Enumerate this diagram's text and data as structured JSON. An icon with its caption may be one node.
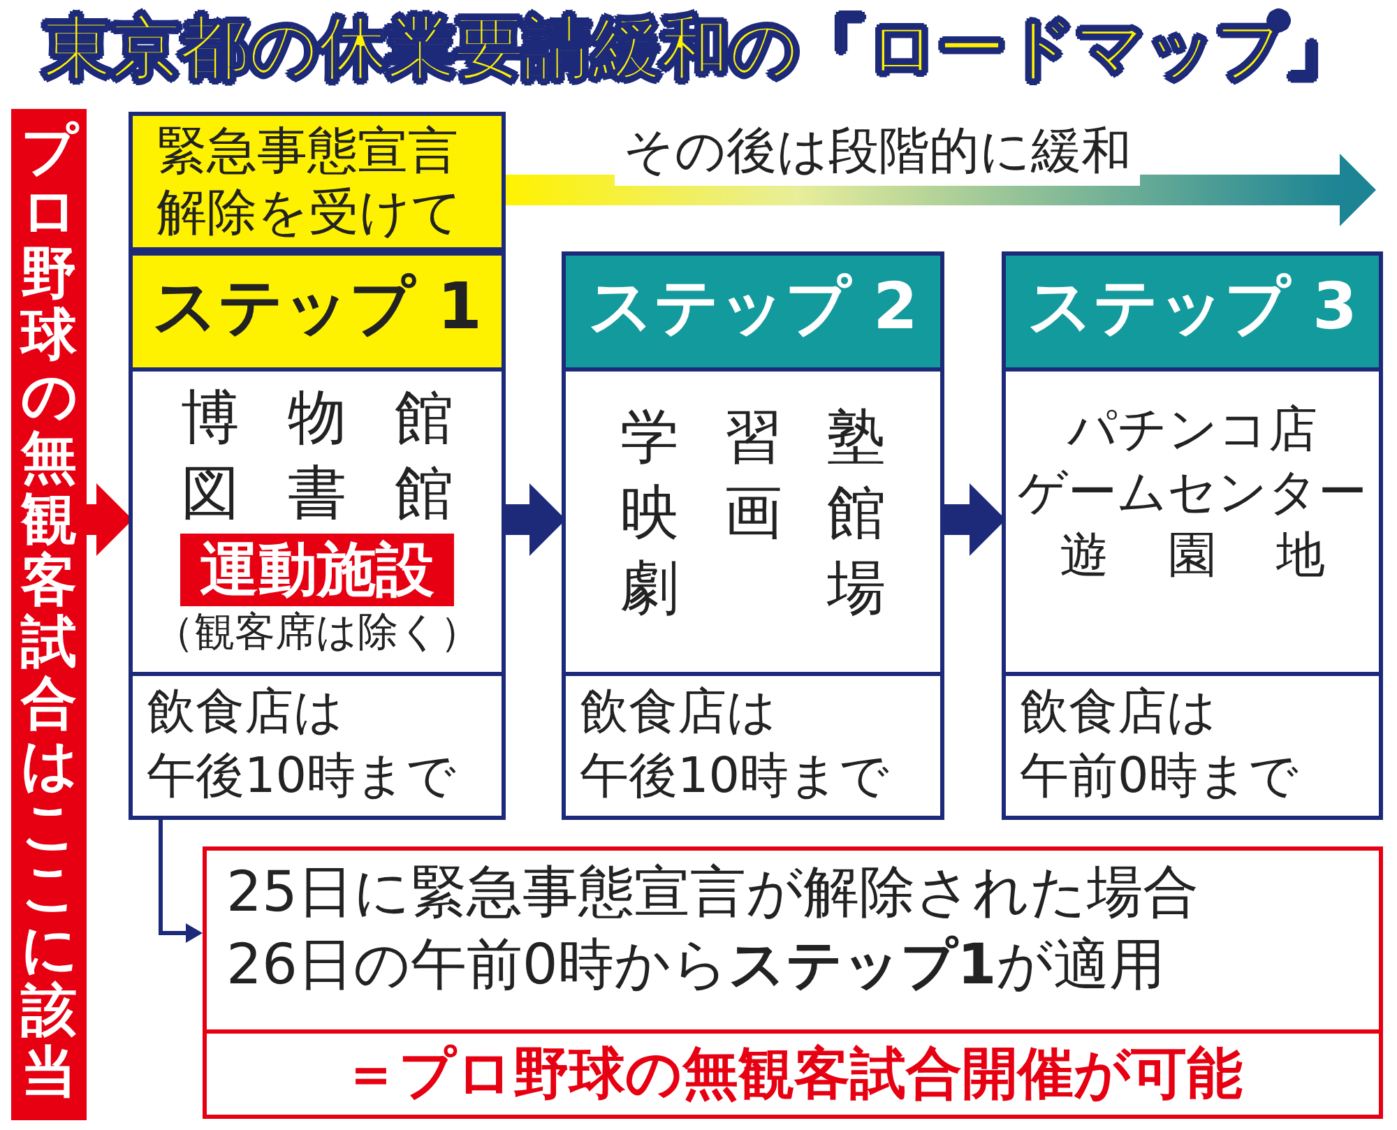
{
  "diagram": {
    "title": "東京都の休業要請緩和の「ロードマップ」",
    "nodes": [
      {
        "text": [
          "プロ野球の無観客試合はここに該当"
        ]
      },
      {
        "text": [
          "緊急事態宣言解除を受けて"
        ]
      },
      {
        "text": [
          "ステップ 1"
        ]
      },
      {
        "text": [
          "博物館",
          "図書館",
          "運動施設",
          "（観客席は除く）"
        ],
        "in": 2
      },
      {
        "text": [
          "飲食店は",
          "午後10時まで"
        ],
        "in": 2
      },
      {
        "text": [
          "ステップ 2"
        ]
      },
      {
        "text": [
          "学習塾",
          "映画館",
          "劇場"
        ],
        "in": 5
      },
      {
        "text": [
          "飲食店は",
          "午後10時まで"
        ],
        "in": 5
      },
      {
        "text": [
          "ステップ 3"
        ]
      },
      {
        "text": [
          "パチンコ店",
          "ゲームセンター",
          "遊園地"
        ],
        "in": 8
      },
      {
        "text": [
          "飲食店は",
          "午前0時まで"
        ],
        "in": 8
      },
      {
        "text": [
          "25日に緊急事態宣言が解除された場合",
          "26日の午前0時から**ステップ1**が適用"
        ]
      },
      {
        "text": [
          "＝プロ野球の無観客試合開催が可能"
        ],
        "in": 11
      }
    ],
    "edges": [
      {
        "from": 0,
        "to": 3,
        "arrow": "to",
        "style": "thick",
        "color": "#e60012"
      },
      {
        "from": 1,
        "to": null,
        "arrow": "to",
        "style": "thick",
        "color": "#1c8494",
        "label": "その後は段階的に緩和"
      },
      {
        "from": 3,
        "to": 6,
        "arrow": "to",
        "style": "thick"
      },
      {
        "from": 6,
        "to": 9,
        "arrow": "to",
        "style": "thick"
      },
      {
        "from": 4,
        "to": 11,
        "arrow": "to"
      }
    ]
  }
}
